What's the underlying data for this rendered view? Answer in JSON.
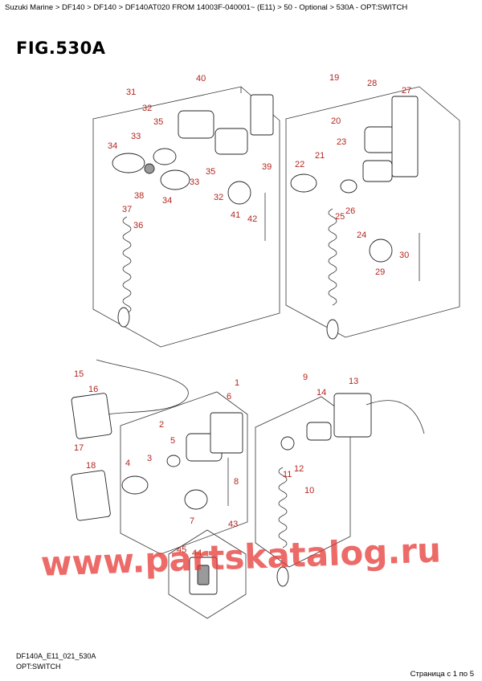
{
  "breadcrumb": "Suzuki Marine > DF140 > DF140 > DF140AT020 FROM 14003F-040001~ (E11) > 50 - Optional > 530A - OPT:SWITCH",
  "figure_title": "FIG.530A",
  "diagram_code": "DF140A_E11_021_530A",
  "diagram_name": "OPT:SWITCH",
  "pager": "Страница с 1 по 5",
  "watermark": "www.partskatalog.ru",
  "label_color": "#b3261e",
  "watermark_color": "#e53935",
  "callouts": [
    "1",
    "2",
    "3",
    "4",
    "5",
    "6",
    "7",
    "8",
    "9",
    "10",
    "11",
    "12",
    "13",
    "14",
    "15",
    "16",
    "17",
    "18",
    "19",
    "20",
    "21",
    "22",
    "23",
    "24",
    "25",
    "26",
    "27",
    "28",
    "29",
    "30",
    "31",
    "32",
    "33",
    "34",
    "35",
    "36",
    "37",
    "38",
    "39",
    "40",
    "41",
    "42",
    "43",
    "44",
    "45"
  ]
}
